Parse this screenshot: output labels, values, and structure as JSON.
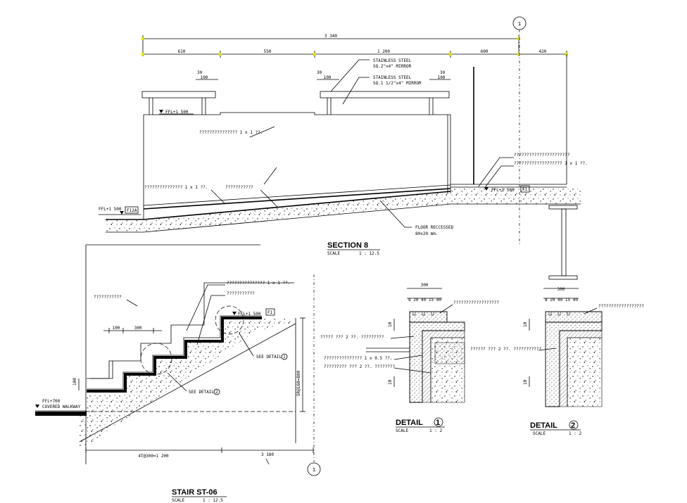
{
  "grid_bubbles": {
    "top": "1",
    "bottom": "1"
  },
  "section8": {
    "dim_overall": "3 340",
    "dim_segments": [
      "610",
      "550",
      "1 200",
      "600",
      "420"
    ],
    "dim_30_left": "30",
    "dim_30_mid": "30",
    "dim_30_right": "30",
    "dim_100_left": "100",
    "dim_100_mid": "100",
    "dim_100_right": "100",
    "note_ss1_line1": "STAINLESS STEEL",
    "note_ss1_line2": "SQ.2\"x4\" MIRROR",
    "note_ss2_line1": "STAINLESS STEEL",
    "note_ss2_line2": "SQ.1 1/2\"x4\" MIRROR",
    "level_top": "FFL+1 500",
    "level_right": "FFL+1 500",
    "tag_right": "F1",
    "level_left": "FFL+1 500",
    "tag_left": "F12A",
    "note_wall": "??????????????? 1 x 1 ??.",
    "note_floor1": "??????????????? 1 x 1 ??.",
    "note_floor2": "???????????",
    "note_right1": "??????????????????????",
    "note_right2": "??????????????????? 1 x 1 ??.",
    "note_recess_line1": "FLOOR RECCESSED",
    "note_recess_line2": "80x20 mm.",
    "title": "SECTION  8",
    "scale_label": "SCALE",
    "scale_value": "1 : 12.5"
  },
  "stair": {
    "note_top": "??????????????? 1 x 1 ??.",
    "note_second": "???????????",
    "note_left": "???????????",
    "dim_100": "100",
    "dim_300": "300",
    "dim_riser": "100",
    "level_top": "FFL+1 500",
    "tag_top": "F1",
    "see_detail1": "SEE DETAIL",
    "see_detail1_no": "1",
    "see_detail2": "SEE DETAIL",
    "see_detail2_no": "2",
    "dim_vertical": "5R@160=800",
    "level_bottom_line1": "FFL+700",
    "level_bottom_line2": "COVERED WALKWAY",
    "dim_bottom": "4T@300=1 200",
    "dim_180": "3 180",
    "title": "STAIR  ST-06",
    "scale_label": "SCALE",
    "scale_value": "1 : 12.5"
  },
  "detail1": {
    "dim_width": "300",
    "dim_parts": "8  20  40 15 40",
    "dim_10_top": "10",
    "dim_10_bottom": "10",
    "note_top": "??????????????????",
    "note_left1": "????? ??? 2 ??. ?????????",
    "note_left2": "??????????????? 1 x 0.5 ??.",
    "note_left3": "????????? ??? 2 ??. ????????",
    "title": "DETAIL",
    "title_no": "1",
    "scale_label": "SCALE",
    "scale_value": "1 : 2"
  },
  "detail2": {
    "dim_width": "300",
    "dim_parts": "8  20  40 15 40",
    "dim_10_top": "10",
    "dim_10_bottom": "10",
    "note_top": "??????????????????",
    "note_mid": "?????? ??? 2 ??. ???????????",
    "title": "DETAIL",
    "title_no": "2",
    "scale_label": "SCALE",
    "scale_value": "1 : 2"
  },
  "colors": {
    "line": "#000000",
    "tick_marker": "#e8e000",
    "background": "#ffffff"
  }
}
